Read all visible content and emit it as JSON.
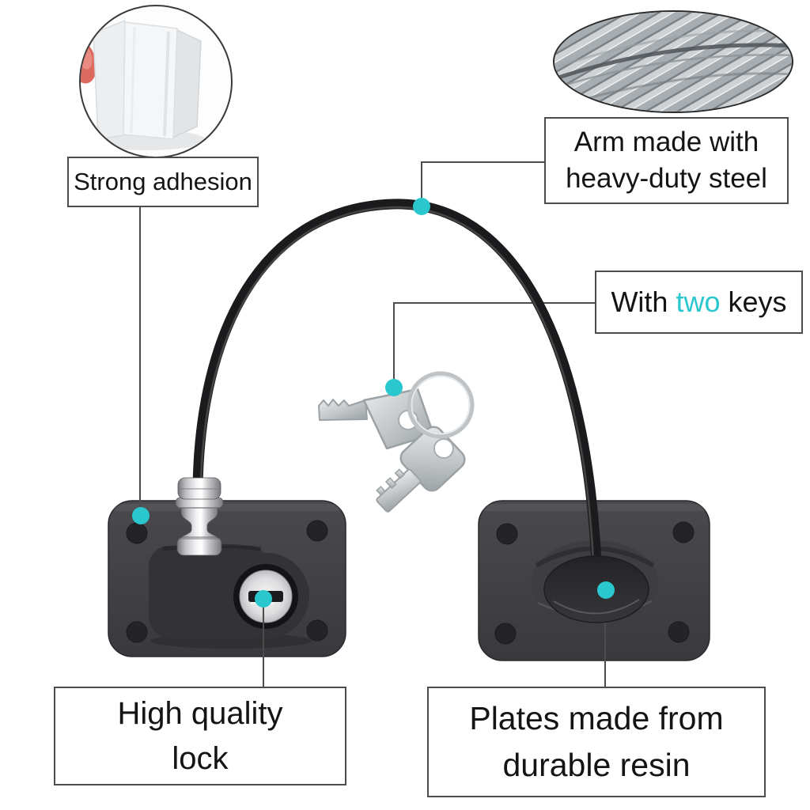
{
  "colors": {
    "accent": "#2bc7ce",
    "line": "#4c4c4c",
    "product": "#1b1b1d"
  },
  "photos": {
    "adhesion_inset": "adhesive-pads-close-up",
    "steel_inset": "braided-steel-cable-close-up",
    "product": "cable-lock-with-two-plates-and-keys"
  },
  "callouts": {
    "strong_adhesion": {
      "label": "Strong adhesion"
    },
    "arm": {
      "line1": "Arm made with",
      "line2": "heavy-duty steel"
    },
    "keys": {
      "pre": "With ",
      "accent": "two",
      "post": " keys"
    },
    "lock": {
      "line1": "High quality",
      "line2": "lock"
    },
    "plates": {
      "line1": "Plates made from",
      "line2": "durable resin"
    }
  }
}
